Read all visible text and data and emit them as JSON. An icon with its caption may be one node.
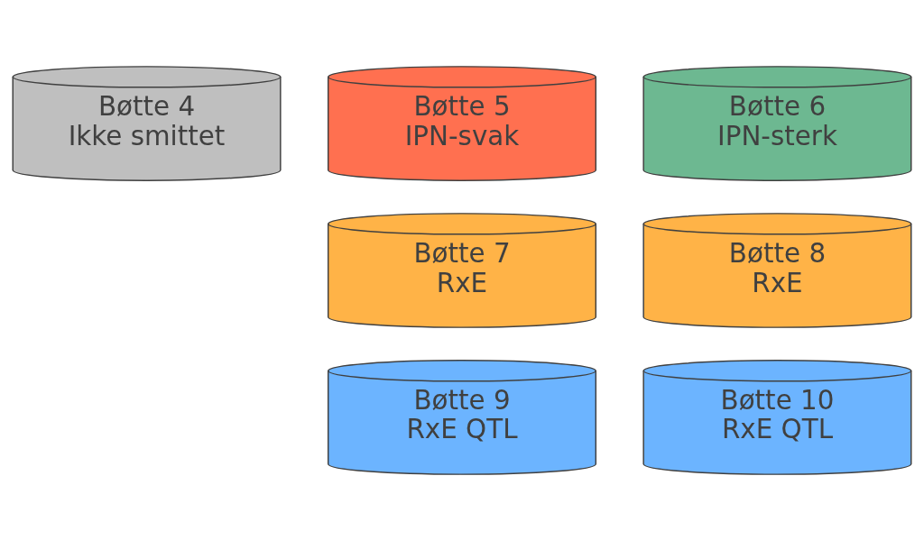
{
  "diagram": {
    "nodes": [
      {
        "text": [
          "Bøtte 4",
          "Ikke smittet"
        ]
      },
      {
        "text": [
          "Bøtte 5",
          "IPN-svak"
        ]
      },
      {
        "text": [
          "Bøtte 6",
          "IPN-sterk"
        ]
      },
      {
        "text": [
          "Bøtte 7",
          "RxE"
        ]
      },
      {
        "text": [
          "Bøtte 8",
          "RxE"
        ]
      },
      {
        "text": [
          "Bøtte 9",
          "RxE QTL"
        ]
      },
      {
        "text": [
          "Bøtte 10",
          "RxE QTL"
        ]
      }
    ]
  }
}
